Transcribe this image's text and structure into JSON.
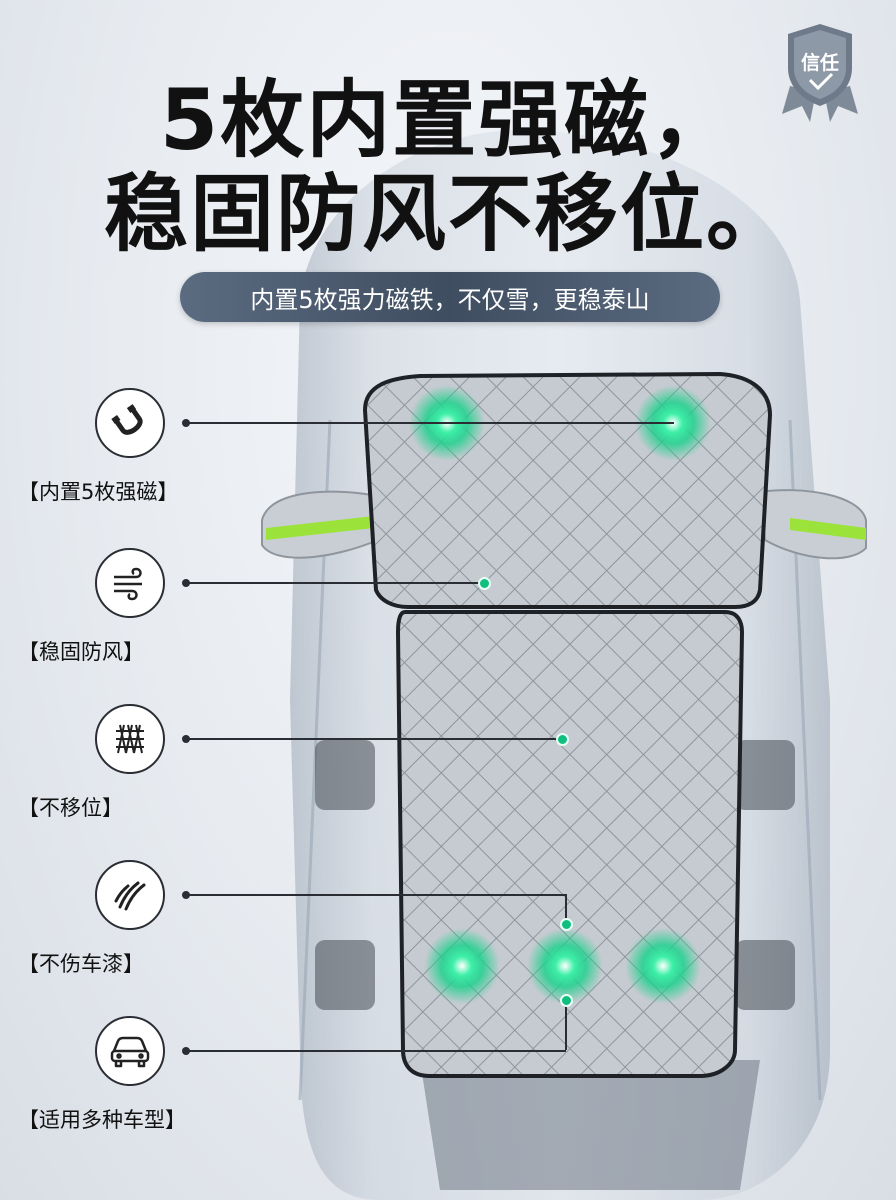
{
  "badge": {
    "label": "信任"
  },
  "headline": {
    "line1": "5枚内置强磁，",
    "line2": "稳固防风不移位。"
  },
  "subtitle": "内置5枚强力磁铁，不仅雪，更稳泰山",
  "features": [
    {
      "icon": "magnet-icon",
      "label": "【内置5枚强磁】"
    },
    {
      "icon": "wind-icon",
      "label": "【稳固防风】"
    },
    {
      "icon": "mesh-icon",
      "label": "【不移位】"
    },
    {
      "icon": "scratch-icon",
      "label": "【不伤车漆】"
    },
    {
      "icon": "car-icon",
      "label": "【适用多种车型】"
    }
  ],
  "colors": {
    "magnet_glow": "#18d68c",
    "accent_dark": "#2a2d33",
    "pill_bg": "#4a586b"
  }
}
